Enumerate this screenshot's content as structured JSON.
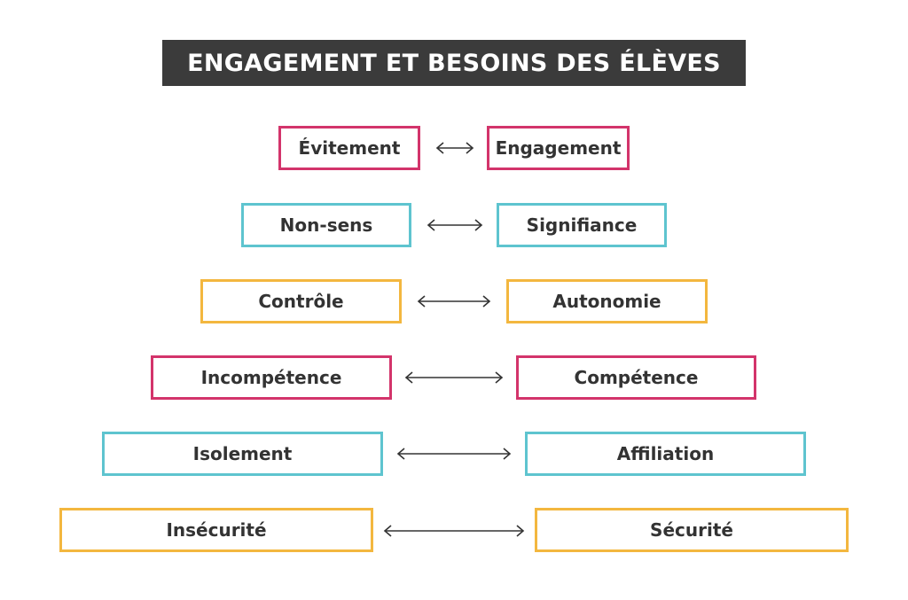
{
  "title": "ENGAGEMENT ET BESOINS DES ÉLÈVES",
  "colors": {
    "pink": "#d3346b",
    "cyan": "#5ec4cf",
    "yellow": "#f3b73f",
    "title_bg": "#3b3b3b",
    "text": "#333333"
  },
  "rows": [
    {
      "left": "Évitement",
      "right": "Engagement",
      "color": "pink"
    },
    {
      "left": "Non-sens",
      "right": "Signifiance",
      "color": "cyan"
    },
    {
      "left": "Contrôle",
      "right": "Autonomie",
      "color": "yellow"
    },
    {
      "left": "Incompétence",
      "right": "Compétence",
      "color": "pink"
    },
    {
      "left": "Isolement",
      "right": "Affiliation",
      "color": "cyan"
    },
    {
      "left": "Insécurité",
      "right": "Sécurité",
      "color": "yellow"
    }
  ]
}
